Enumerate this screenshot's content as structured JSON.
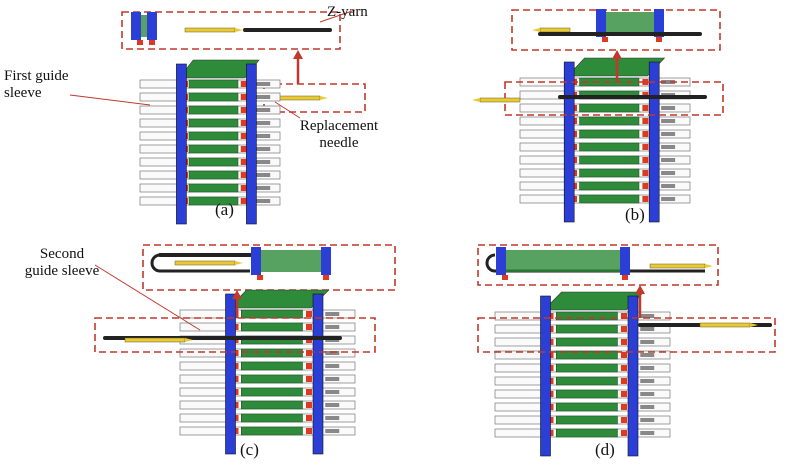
{
  "labels": {
    "z_yarn": "Z-yarn",
    "first_guide_sleeve": "First guide sleeve",
    "replacement_needle": "Replacement needle",
    "second_guide_sleeve": "Second guide sleeve"
  },
  "panels": [
    {
      "caption": "(a)"
    },
    {
      "caption": "(b)"
    },
    {
      "caption": "(c)"
    },
    {
      "caption": "(d)"
    }
  ],
  "colors": {
    "dashed_box": "#c0392b",
    "pillar": "#2b3fd6",
    "yarn_green": "#2e8b3a",
    "needle": "#e8c93a",
    "clip_red": "#e03a1e",
    "magenta_top": "#b0278f"
  }
}
